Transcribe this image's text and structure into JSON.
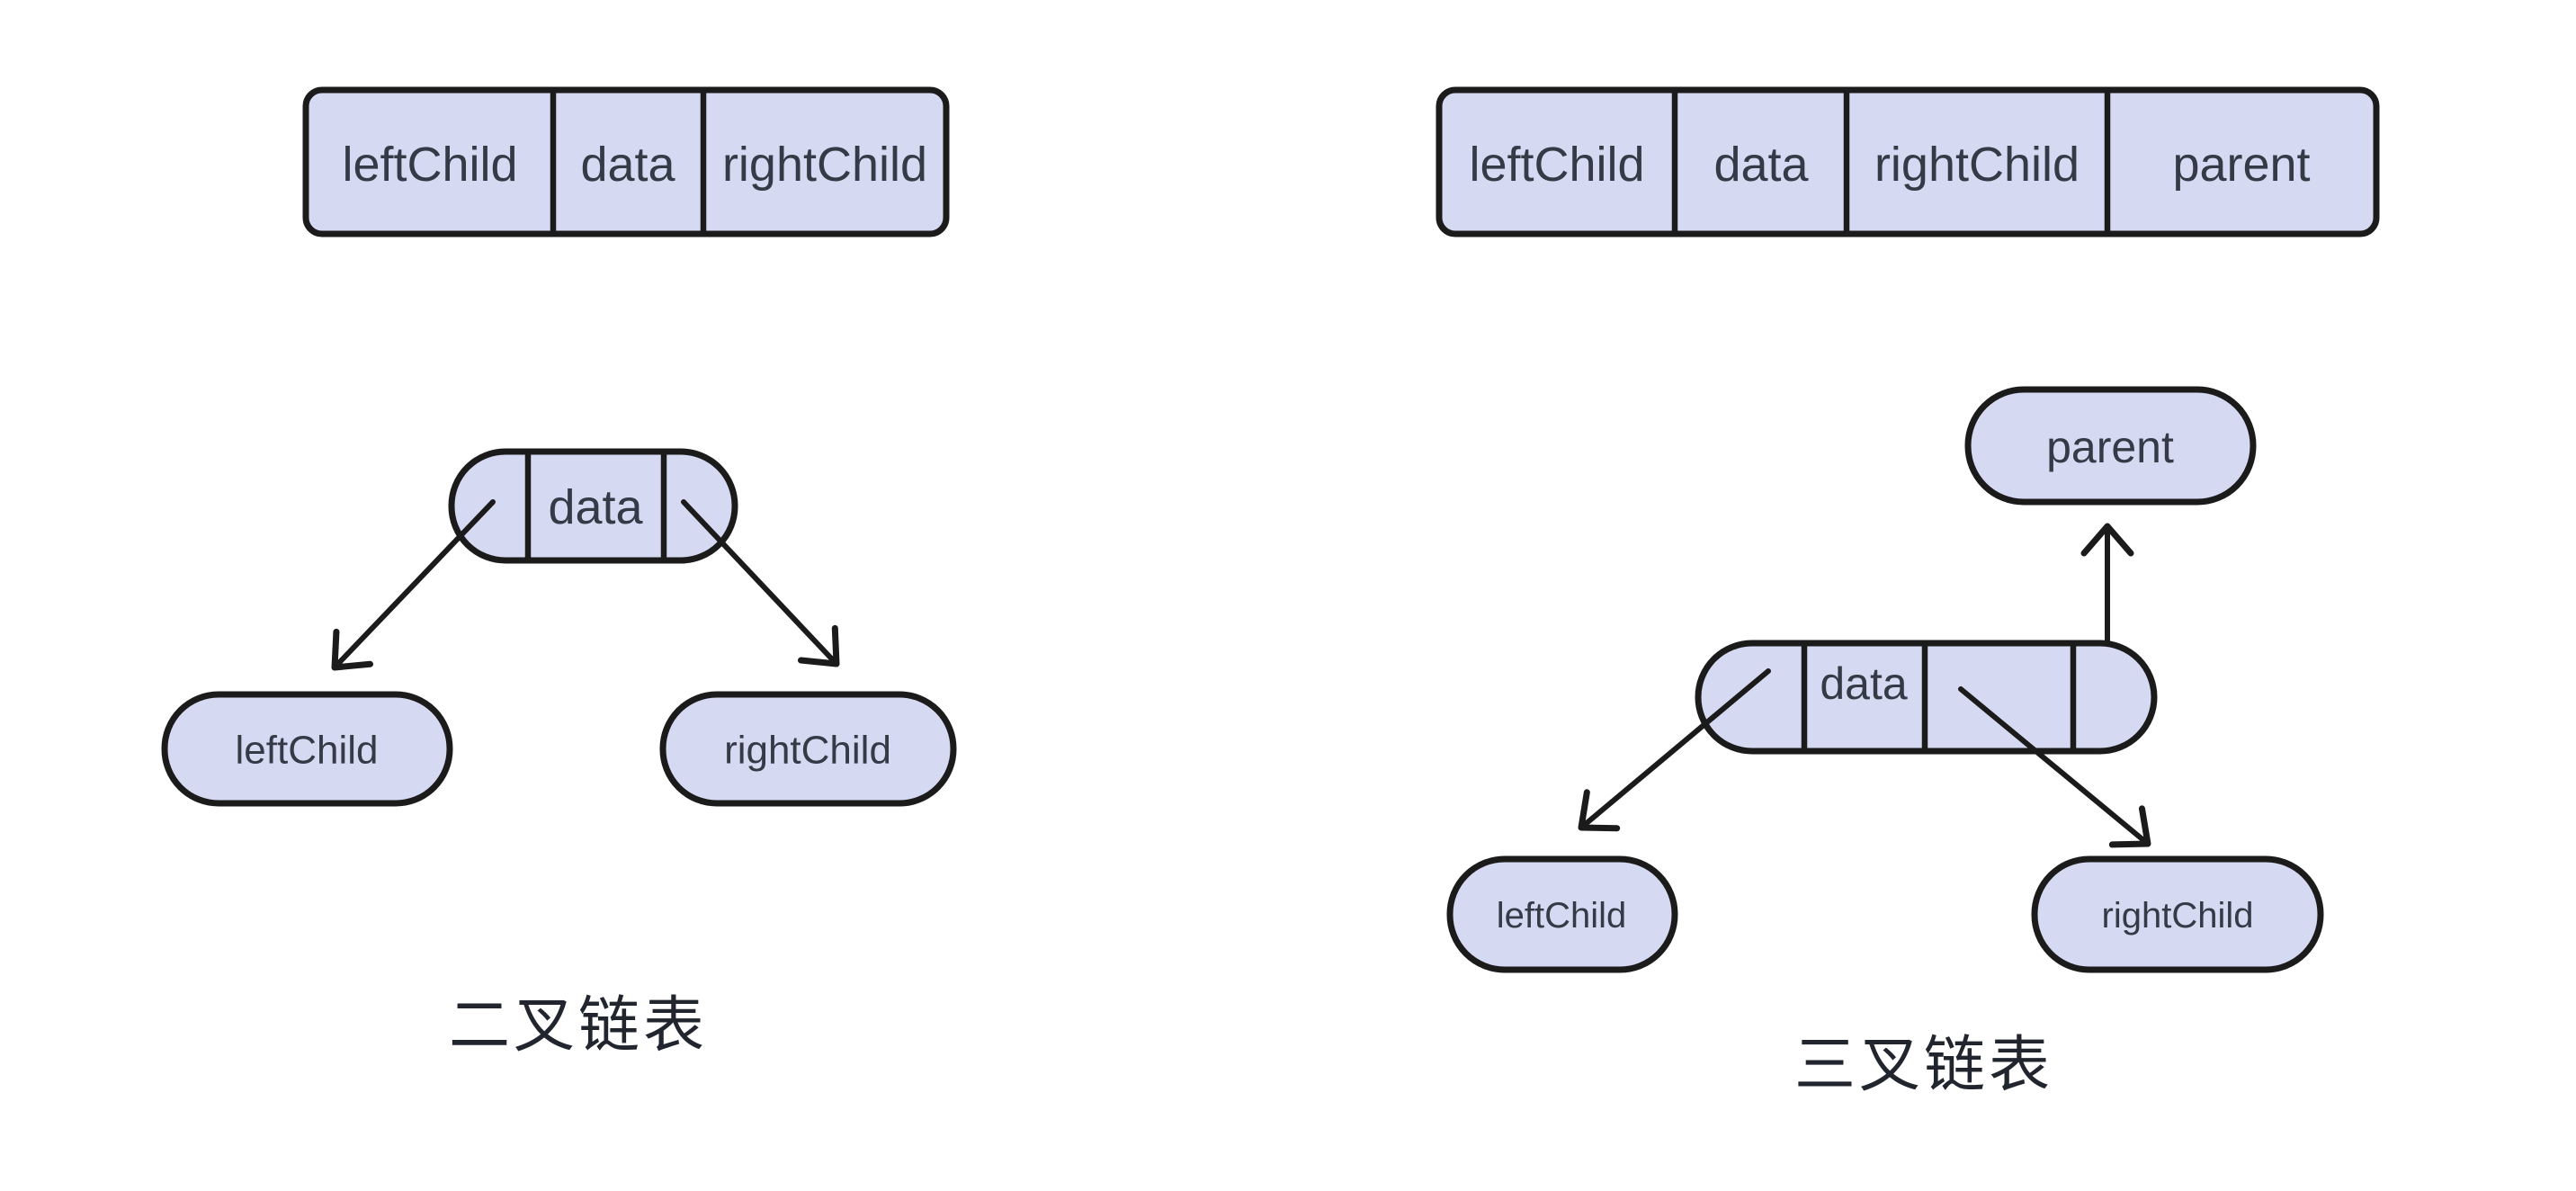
{
  "colors": {
    "background": "#ffffff",
    "node_fill": "#d6d9f2",
    "outline": "#1b1b1b",
    "label_text": "#343b47",
    "caption_text": "#20252e"
  },
  "binary_diagram": {
    "caption": "二叉链表",
    "record": {
      "cells": [
        "leftChild",
        "data",
        "rightChild"
      ]
    },
    "tree": {
      "root_label": "data",
      "left_label": "leftChild",
      "right_label": "rightChild"
    }
  },
  "trinary_diagram": {
    "caption": "三叉链表",
    "record": {
      "cells": [
        "leftChild",
        "data",
        "rightChild",
        "parent"
      ]
    },
    "tree": {
      "root_label": "data",
      "left_label": "leftChild",
      "right_label": "rightChild",
      "parent_label": "parent"
    }
  }
}
